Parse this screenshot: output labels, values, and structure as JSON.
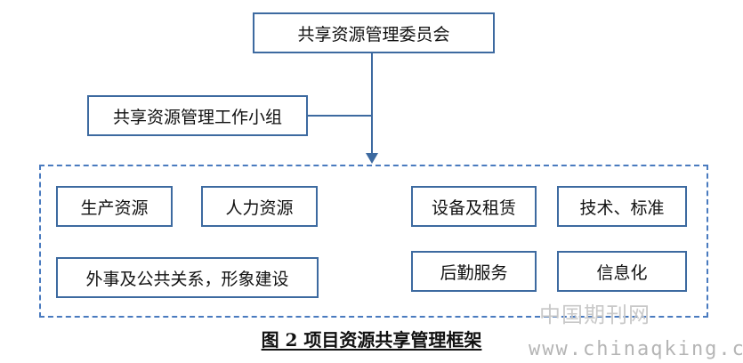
{
  "diagram": {
    "top_node": "共享资源管理委员会",
    "side_node": "共享资源管理工作小组",
    "resources": [
      "生产资源",
      "人力资源",
      "外事及公共关系，形象建设",
      "设备及租赁",
      "技术、标准",
      "后勤服务",
      "信息化"
    ]
  },
  "caption": "图 2  项目资源共享管理框架",
  "watermark": {
    "site_name": "中国期刊网",
    "url": "www.chinaqking.com"
  }
}
